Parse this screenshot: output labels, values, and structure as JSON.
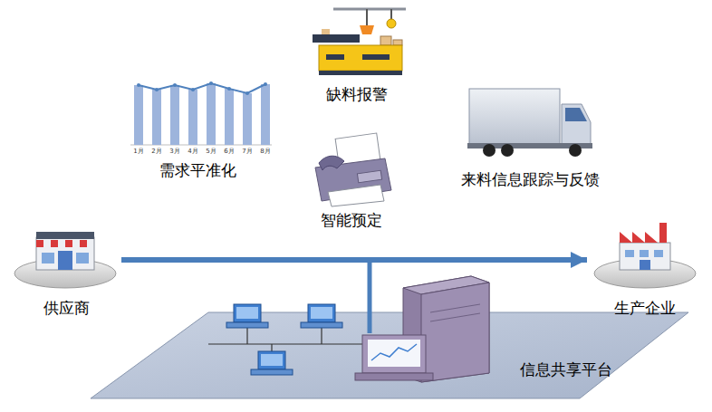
{
  "diagram": {
    "nodes": [
      {
        "text": [
          "供应商"
        ]
      },
      {
        "text": [
          "生产企业"
        ]
      },
      {
        "text": [
          "信息共享平台"
        ]
      }
    ],
    "edges": [
      {
        "from": 0,
        "to": 1,
        "arrow": "to"
      }
    ],
    "labels": [
      "缺料报警",
      "需求平准化",
      "智能预定",
      "来料信息跟踪与反馈",
      "1月",
      "2月",
      "3月",
      "4月",
      "5月",
      "6月",
      "7月",
      "8月"
    ]
  }
}
